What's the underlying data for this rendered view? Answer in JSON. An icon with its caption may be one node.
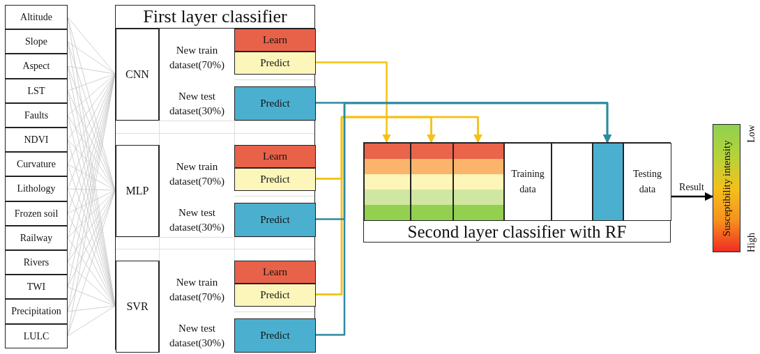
{
  "diagram": {
    "nodes": [
      {
        "text": [
          "Altitude"
        ]
      },
      {
        "text": [
          "Slope"
        ]
      },
      {
        "text": [
          "Aspect"
        ]
      },
      {
        "text": [
          "LST"
        ]
      },
      {
        "text": [
          "Faults"
        ]
      },
      {
        "text": [
          "NDVI"
        ]
      },
      {
        "text": [
          "Curvature"
        ]
      },
      {
        "text": [
          "Lithology"
        ]
      },
      {
        "text": [
          "Frozen soil"
        ]
      },
      {
        "text": [
          "Railway"
        ]
      },
      {
        "text": [
          "Rivers"
        ]
      },
      {
        "text": [
          "TWI"
        ]
      },
      {
        "text": [
          "Precipitation"
        ]
      },
      {
        "text": [
          "LULC"
        ]
      },
      {
        "text": [
          "First layer classifier"
        ]
      },
      {
        "text": [
          "CNN"
        ],
        "in": 14
      },
      {
        "text": [
          "New train dataset(70%)"
        ],
        "in": 14
      },
      {
        "text": [
          "Learn"
        ],
        "in": 14
      },
      {
        "text": [
          "Predict"
        ],
        "in": 14
      },
      {
        "text": [
          "New test dataset(30%)"
        ],
        "in": 14
      },
      {
        "text": [
          "Predict"
        ],
        "in": 14
      },
      {
        "text": [
          "MLP"
        ],
        "in": 14
      },
      {
        "text": [
          "New train dataset(70%)"
        ],
        "in": 14
      },
      {
        "text": [
          "Learn"
        ],
        "in": 14
      },
      {
        "text": [
          "Predict"
        ],
        "in": 14
      },
      {
        "text": [
          "New test dataset(30%)"
        ],
        "in": 14
      },
      {
        "text": [
          "Predict"
        ],
        "in": 14
      },
      {
        "text": [
          "SVR"
        ],
        "in": 14
      },
      {
        "text": [
          "New train dataset(70%)"
        ],
        "in": 14
      },
      {
        "text": [
          "Learn"
        ],
        "in": 14
      },
      {
        "text": [
          "Predict"
        ],
        "in": 14
      },
      {
        "text": [
          "New test dataset(30%)"
        ],
        "in": 14
      },
      {
        "text": [
          "Predict"
        ],
        "in": 14
      },
      {
        "text": [
          "Second layer classifier with RF"
        ]
      },
      {
        "text": [],
        "shape": "bar",
        "in": 33
      },
      {
        "text": [],
        "shape": "bar",
        "in": 33
      },
      {
        "text": [],
        "shape": "bar",
        "in": 33
      },
      {
        "text": [
          "Training data"
        ],
        "in": 33
      },
      {
        "text": [],
        "shape": "box",
        "in": 33
      },
      {
        "text": [],
        "shape": "bar",
        "in": 33
      },
      {
        "text": [
          "Testing data"
        ],
        "in": 33
      },
      {
        "text": [
          "Susceptibility intensity"
        ],
        "beside": [
          "Low",
          "High"
        ]
      }
    ],
    "edges": [
      {
        "from": 0,
        "to": 15,
        "arrow": "none"
      },
      {
        "from": 0,
        "to": 21,
        "arrow": "none"
      },
      {
        "from": 0,
        "to": 27,
        "arrow": "none"
      },
      {
        "from": 1,
        "to": 15,
        "arrow": "none"
      },
      {
        "from": 1,
        "to": 21,
        "arrow": "none"
      },
      {
        "from": 1,
        "to": 27,
        "arrow": "none"
      },
      {
        "from": 2,
        "to": 15,
        "arrow": "none"
      },
      {
        "from": 2,
        "to": 21,
        "arrow": "none"
      },
      {
        "from": 2,
        "to": 27,
        "arrow": "none"
      },
      {
        "from": 3,
        "to": 15,
        "arrow": "none"
      },
      {
        "from": 3,
        "to": 21,
        "arrow": "none"
      },
      {
        "from": 3,
        "to": 27,
        "arrow": "none"
      },
      {
        "from": 4,
        "to": 15,
        "arrow": "none"
      },
      {
        "from": 4,
        "to": 21,
        "arrow": "none"
      },
      {
        "from": 4,
        "to": 27,
        "arrow": "none"
      },
      {
        "from": 5,
        "to": 15,
        "arrow": "none"
      },
      {
        "from": 5,
        "to": 21,
        "arrow": "none"
      },
      {
        "from": 5,
        "to": 27,
        "arrow": "none"
      },
      {
        "from": 6,
        "to": 15,
        "arrow": "none"
      },
      {
        "from": 6,
        "to": 21,
        "arrow": "none"
      },
      {
        "from": 6,
        "to": 27,
        "arrow": "none"
      },
      {
        "from": 7,
        "to": 15,
        "arrow": "none"
      },
      {
        "from": 7,
        "to": 21,
        "arrow": "none"
      },
      {
        "from": 7,
        "to": 27,
        "arrow": "none"
      },
      {
        "from": 8,
        "to": 15,
        "arrow": "none"
      },
      {
        "from": 8,
        "to": 21,
        "arrow": "none"
      },
      {
        "from": 8,
        "to": 27,
        "arrow": "none"
      },
      {
        "from": 9,
        "to": 15,
        "arrow": "none"
      },
      {
        "from": 9,
        "to": 21,
        "arrow": "none"
      },
      {
        "from": 9,
        "to": 27,
        "arrow": "none"
      },
      {
        "from": 10,
        "to": 15,
        "arrow": "none"
      },
      {
        "from": 10,
        "to": 21,
        "arrow": "none"
      },
      {
        "from": 10,
        "to": 27,
        "arrow": "none"
      },
      {
        "from": 11,
        "to": 15,
        "arrow": "none"
      },
      {
        "from": 11,
        "to": 21,
        "arrow": "none"
      },
      {
        "from": 11,
        "to": 27,
        "arrow": "none"
      },
      {
        "from": 12,
        "to": 15,
        "arrow": "none"
      },
      {
        "from": 12,
        "to": 21,
        "arrow": "none"
      },
      {
        "from": 12,
        "to": 27,
        "arrow": "none"
      },
      {
        "from": 13,
        "to": 15,
        "arrow": "none"
      },
      {
        "from": 13,
        "to": 21,
        "arrow": "none"
      },
      {
        "from": 13,
        "to": 27,
        "arrow": "none"
      },
      {
        "from": 18,
        "to": 34,
        "arrow": "to",
        "style": "thick",
        "color": "#f5c117"
      },
      {
        "from": 24,
        "to": 35,
        "arrow": "to",
        "style": "thick",
        "color": "#f5c117"
      },
      {
        "from": 24,
        "to": 36,
        "arrow": "to",
        "style": "thick",
        "color": "#f5c117"
      },
      {
        "from": 30,
        "to": 35,
        "arrow": "to",
        "style": "thick",
        "color": "#f5c117"
      },
      {
        "from": 30,
        "to": 36,
        "arrow": "to",
        "style": "thick",
        "color": "#f5c117"
      },
      {
        "from": 20,
        "to": 39,
        "arrow": "to",
        "style": "thick",
        "color": "#2e8aa0"
      },
      {
        "from": 26,
        "to": 39,
        "arrow": "to",
        "style": "thick",
        "color": "#2e8aa0"
      },
      {
        "from": 32,
        "to": 39,
        "arrow": "to",
        "style": "thick",
        "color": "#2e8aa0"
      },
      {
        "from": 33,
        "to": 41,
        "arrow": "to",
        "label": "Result",
        "style": "thick",
        "color": "#000000"
      }
    ]
  }
}
